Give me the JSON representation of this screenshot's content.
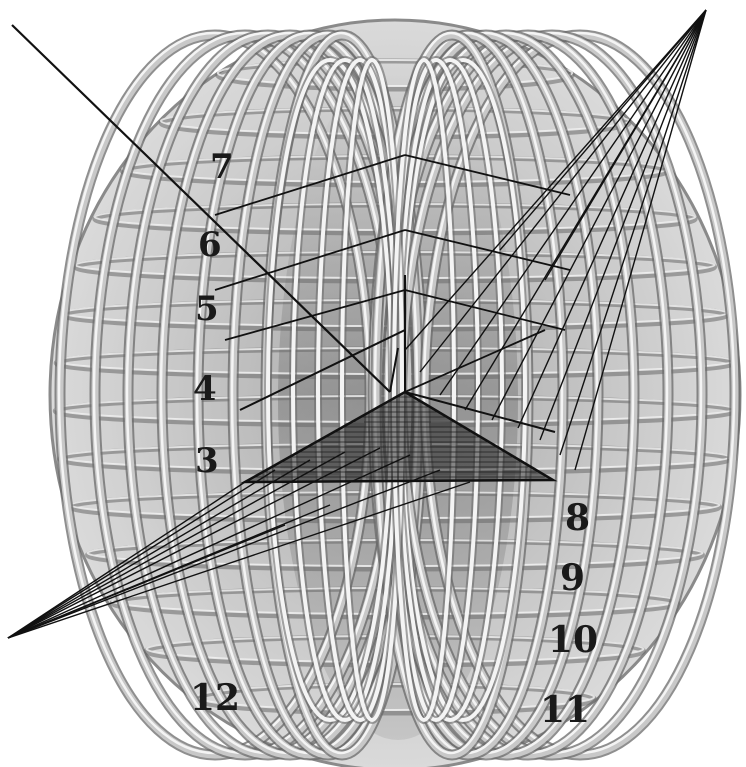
{
  "diagram": {
    "colors": {
      "background": "#ffffff",
      "ring_light": "#f4f4f4",
      "ring_mid": "#c8c8c8",
      "ring_dark": "#6a6a6a",
      "shade": "#9a9a9a",
      "line": "#111111",
      "label": "#1a1a1a"
    },
    "labels": {
      "n1": "7",
      "n2": "6",
      "n3": "5",
      "n4": "4",
      "n5": "3",
      "n6": "8",
      "n7": "9",
      "n8": "10",
      "n9": "11",
      "n10": "12"
    }
  }
}
